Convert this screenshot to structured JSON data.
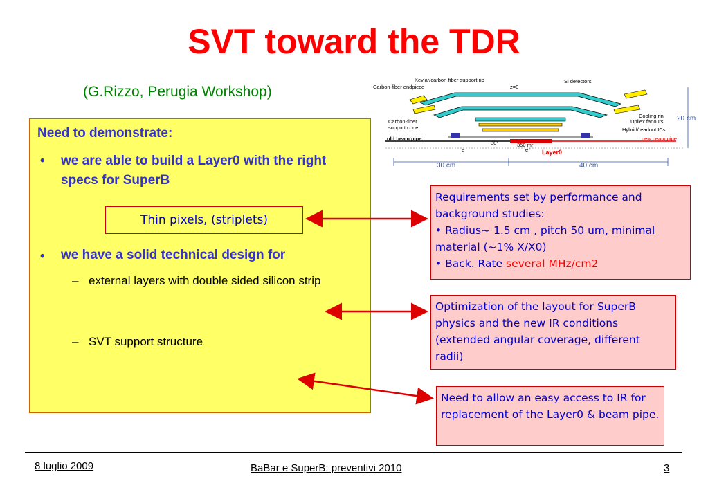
{
  "slide": {
    "title": "SVT toward the TDR",
    "subtitle": "(G.Rizzo, Perugia Workshop)"
  },
  "left_box": {
    "heading": "Need to demonstrate:",
    "bullet_symbol": "•",
    "bullet1": "we are able to build a Layer0 with the right specs for SuperB",
    "thin_pixels": "Thin pixels, (striplets)",
    "bullet2": "we have a solid technical design for",
    "dash_symbol": "–",
    "sub1": "external layers with double sided silicon strip",
    "sub2": "SVT support structure"
  },
  "right_boxes": {
    "requirements": {
      "line1": "Requirements set by performance and background studies:",
      "line2": "• Radius~ 1.5 cm , pitch 50 um, minimal material (~1% X/X0)",
      "line3_prefix": "• Back. Rate ",
      "line3_red": "several MHz/cm2"
    },
    "optimization": "Optimization of the layout for SuperB physics and the new IR conditions (extended angular coverage, different radii)",
    "access": "Need to allow an easy access to IR for replacement of the Layer0 & beam pipe."
  },
  "diagram": {
    "labels": {
      "kevlar": "Kevlar/carbon-fiber support rib",
      "endpiece": "Carbon-fiber endpiece",
      "z0": "z=0",
      "si": "Si detectors",
      "cooling": "Cooling rin",
      "upilex": "Upilex fanouts",
      "cone1": "Carbon-fiber",
      "cone2": "support cone",
      "hybrid": "Hybrid/readout ICs",
      "old_pipe": "old beam pipe",
      "new_pipe": "new beam pipe",
      "e_minus": "e⁻",
      "e_plus": "e⁺",
      "deg30": "30°",
      "mr350": "350 mr",
      "layer0": "Layer0",
      "cm20": "20 cm",
      "cm30": "30 cm",
      "cm40": "40 cm"
    }
  },
  "footer": {
    "date": "8 luglio 2009",
    "center": "BaBar e SuperB: preventivi 2010",
    "page": "3"
  },
  "colors": {
    "title": "#ff0000",
    "subtitle": "#008000",
    "yellow_box": "#ffff66",
    "pink_box": "#ffcccc",
    "blue_text": "#3333cc",
    "arrow": "#dd0000"
  }
}
